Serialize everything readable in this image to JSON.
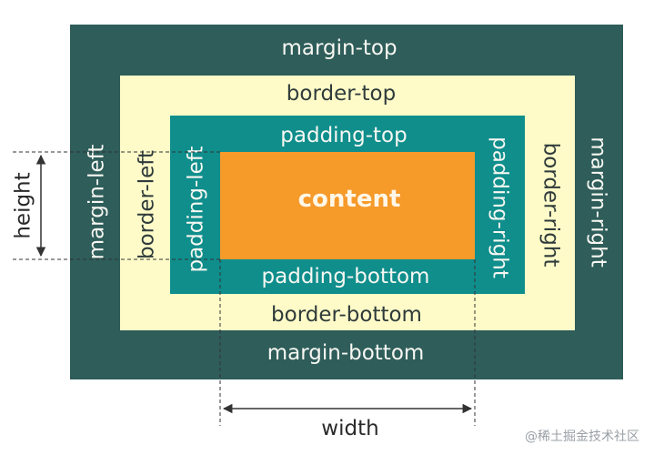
{
  "diagram": {
    "margin": {
      "top": "margin-top",
      "bottom": "margin-bottom",
      "left": "margin-left",
      "right": "margin-right"
    },
    "border": {
      "top": "border-top",
      "bottom": "border-bottom",
      "left": "border-left",
      "right": "border-right"
    },
    "padding": {
      "top": "padding-top",
      "bottom": "padding-bottom",
      "left": "padding-left",
      "right": "padding-right"
    },
    "content": "content",
    "height_label": "height",
    "width_label": "width"
  },
  "watermark": "@稀土掘金技术社区",
  "colors": {
    "margin": "#2e5d5a",
    "border": "#fefbc8",
    "padding": "#0f8e8c",
    "content": "#f69a2a"
  }
}
